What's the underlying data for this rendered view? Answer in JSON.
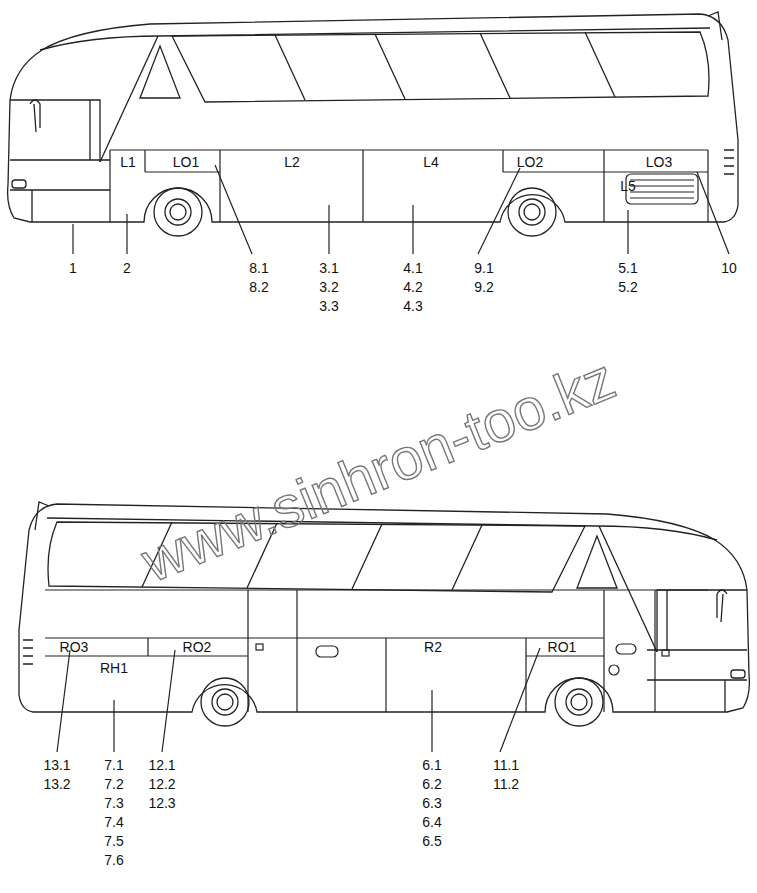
{
  "diagram": {
    "labels": [
      "L1",
      "LO1",
      "L2",
      "L4",
      "LO2",
      "LO3",
      "L5",
      "1",
      "2",
      "8.1",
      "8.2",
      "3.1",
      "3.2",
      "3.3",
      "4.1",
      "4.2",
      "4.3",
      "9.1",
      "9.2",
      "5.1",
      "5.2",
      "10",
      "RO3",
      "RH1",
      "RO2",
      "R2",
      "RO1",
      "13.1",
      "13.2",
      "7.1",
      "7.2",
      "7.3",
      "7.4",
      "7.5",
      "7.6",
      "12.1",
      "12.2",
      "12.3",
      "6.1",
      "6.2",
      "6.3",
      "6.4",
      "6.5",
      "11.1",
      "11.2",
      "www.sinhron-too.kz"
    ]
  }
}
